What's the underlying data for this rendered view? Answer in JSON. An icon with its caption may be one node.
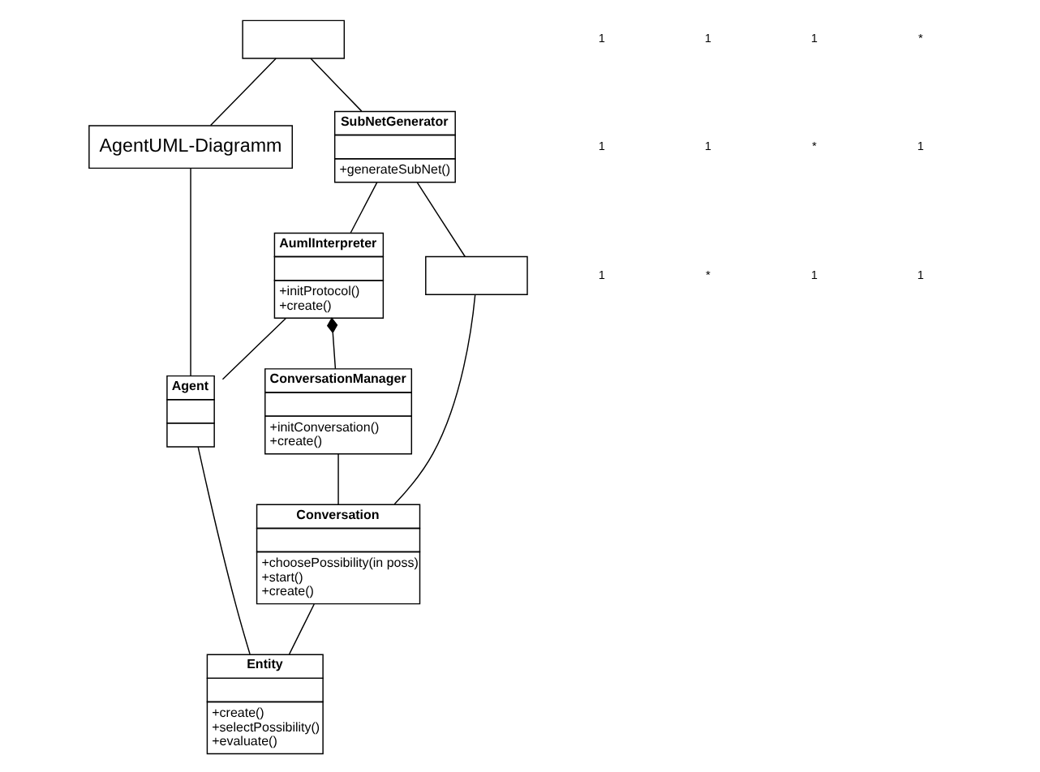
{
  "diagram": {
    "nodes": [
      {
        "text": [],
        "shape": "box"
      },
      {
        "text": [
          "AgentUML-Diagramm"
        ]
      },
      {
        "text": [
          "SubNetGenerator",
          "+generateSubNet()"
        ]
      },
      {
        "text": [
          "AumlInterpreter",
          "+initProtocol()",
          "+create()"
        ]
      },
      {
        "text": [
          "Agent"
        ]
      },
      {
        "text": [
          "ConversationManager",
          "+initConversation()",
          "+create()"
        ]
      },
      {
        "text": [
          "Entity",
          "+create()",
          "+selectPossibility()",
          "+evaluate()"
        ]
      },
      {
        "text": [],
        "shape": "box"
      },
      {
        "text": [
          "Conversation",
          "+choosePossibility(in poss)",
          "+start()",
          "+create()"
        ]
      }
    ],
    "edges": [
      {
        "from": 0,
        "to": 1,
        "arrow": "none"
      },
      {
        "from": 0,
        "to": 2,
        "arrow": "none"
      },
      {
        "from": 2,
        "to": 3,
        "arrow": "none"
      },
      {
        "from": 3,
        "to": 4,
        "arrow": "none"
      },
      {
        "from": 1,
        "to": 4,
        "arrow": "none"
      },
      {
        "from": 3,
        "to": 5,
        "arrow": "other"
      },
      {
        "from": 2,
        "to": 7,
        "arrow": "none"
      },
      {
        "from": 4,
        "to": 6,
        "arrow": "none"
      },
      {
        "from": 5,
        "to": 8,
        "arrow": "none"
      },
      {
        "from": 7,
        "to": 8,
        "arrow": "none"
      },
      {
        "from": 8,
        "to": 6,
        "arrow": "none"
      }
    ],
    "labels": [
      "1",
      "1",
      "1",
      "*",
      "1",
      "1",
      "*",
      "1",
      "1",
      "*",
      "1",
      "1"
    ]
  }
}
